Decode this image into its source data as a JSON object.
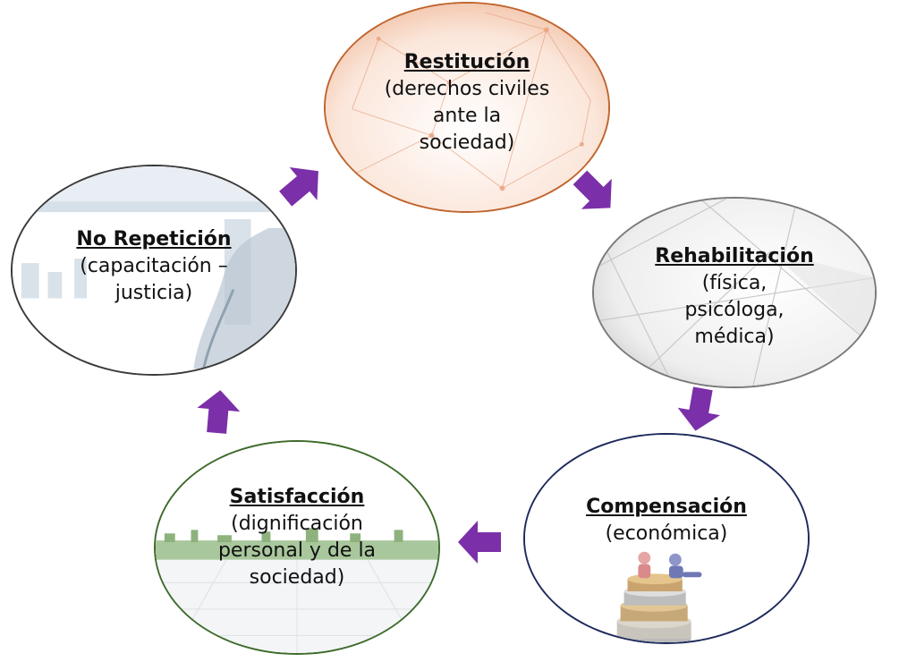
{
  "diagram": {
    "accent_color": "#7b2fa8",
    "nodes": {
      "restitucion": {
        "title": "Restitución",
        "sub_lines": [
          "(derechos civiles",
          "ante la",
          "sociedad)"
        ],
        "border": "#c0652e"
      },
      "rehabilitacion": {
        "title": "Rehabilitación",
        "sub_lines": [
          "(física,",
          "psicóloga,",
          "médica)"
        ],
        "border": "#7a7a7a"
      },
      "compensacion": {
        "title": "Compensación",
        "sub_lines": [
          "(económica)"
        ],
        "border": "#1e2a5c"
      },
      "satisfaccion": {
        "title": "Satisfacción",
        "sub_lines": [
          "(dignificación",
          "personal y de la",
          "sociedad)"
        ],
        "border": "#3e6b2c"
      },
      "norepeticion": {
        "title": "No Repetición",
        "sub_lines": [
          "(capacitación –",
          "justicia)"
        ],
        "border": "#3a3a3a"
      }
    },
    "flow": [
      "restitucion",
      "rehabilitacion",
      "compensacion",
      "satisfaccion",
      "norepeticion"
    ]
  }
}
